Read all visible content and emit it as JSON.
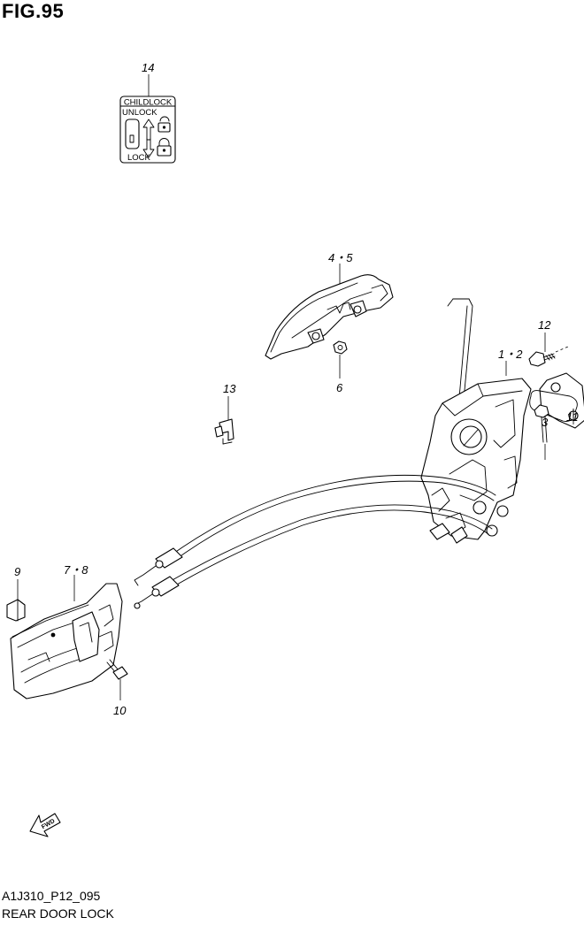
{
  "figure_title": "FIG.95",
  "footer": {
    "code": "A1J310_P12_095",
    "name": "REAR DOOR LOCK"
  },
  "label": {
    "header": "CHILDLOCK",
    "unlock": "UNLOCK",
    "lock": "LOCK"
  },
  "fwd_label": "FWD",
  "callouts": {
    "c14": "14",
    "c45": "4・5",
    "c6": "6",
    "c12": "1・2",
    "c13": "13",
    "c3": "3",
    "c11": "11",
    "c12b": "12",
    "c9": "9",
    "c78": "7・8",
    "c10": "10"
  }
}
